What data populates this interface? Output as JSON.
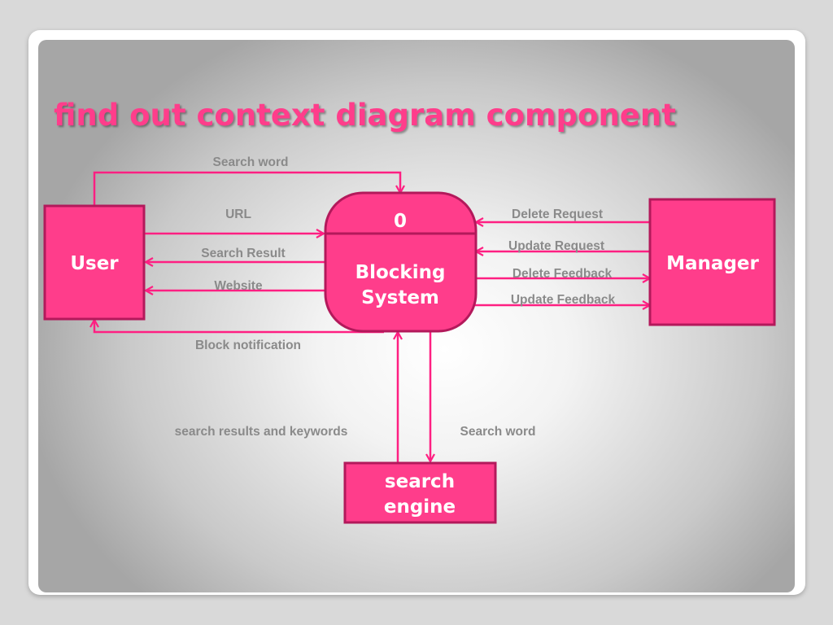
{
  "title": "find out context diagram component",
  "colors": {
    "entity_fill": "#ff3d8b",
    "entity_border": "#b3195b",
    "arrow": "#ff1f82",
    "title": "#ff3d8b",
    "label": "#8a8a8a"
  },
  "process": {
    "number": "0",
    "name_line1": "Blocking",
    "name_line2": "System"
  },
  "entities": {
    "user": "User",
    "manager": "Manager",
    "search_engine_line1": "search",
    "search_engine_line2": "engine"
  },
  "flows": {
    "search_word_top": "Search word",
    "url": "URL",
    "search_result": "Search Result",
    "website": "Website",
    "block_notification": "Block notification",
    "delete_request": "Delete Request",
    "update_request": "Update Request",
    "delete_feedback": "Delete Feedback",
    "update_feedback": "Update Feedback",
    "search_results_keywords": "search results and keywords",
    "search_word_bottom": "Search word"
  }
}
